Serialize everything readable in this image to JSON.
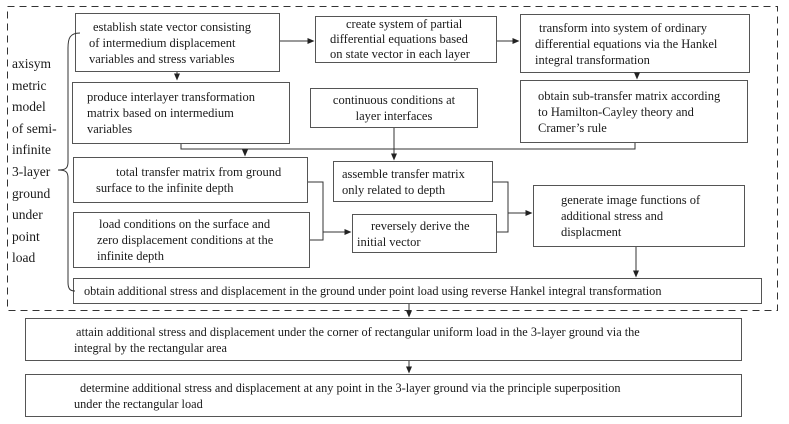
{
  "diagram": {
    "title_hint": "flowchart of solution procedure for layered ground model",
    "colors": {
      "line": "#333333",
      "box_border": "#555555",
      "background": "#ffffff",
      "text": "#1a1a1a"
    },
    "side_label": "axisym\nmetric\nmodel\nof semi-\ninfinite\n3-layer\nground\nunder\npoint\nload",
    "boxes": {
      "establish": "establish state vector consisting\nof intermedium displacement\nvariables and stress variables",
      "create": "create system of partial\ndifferential equations based\non state vector in each layer",
      "transform": "transform into system of ordinary\ndifferential equations via the Hankel\nintegral transformation",
      "produce": "produce interlayer transformation\nmatrix based on intermedium\nvariables",
      "continuous": "continuous conditions at\nlayer interfaces",
      "obtain_sub": "obtain sub-transfer matrix according\nto Hamilton-Cayley theory and\nCramer’s rule",
      "total": "total transfer matrix from ground\nsurface to the infinite depth",
      "assemble": "assemble transfer matrix\nonly related to depth",
      "load": "load conditions on the surface and\nzero displacement conditions at the\ninfinite depth",
      "reversely": "reversely derive the\ninitial vector",
      "generate": "generate image functions of\nadditional stress and\ndisplacment",
      "obtain_wide": "obtain additional stress and displacement in the ground under point load using reverse Hankel integral transformation",
      "attain": "attain additional stress and displacement under the corner of rectangular uniform load in the 3-layer ground via the\nintegral by the rectangular area",
      "determine": "determine additional stress and displacement at any point in the 3-layer ground via the principle superposition\nunder the rectangular load"
    }
  }
}
